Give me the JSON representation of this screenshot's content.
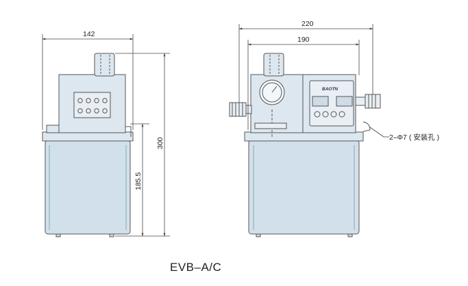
{
  "model_label": "EVB–A/C",
  "dimensions": {
    "side_width": "142",
    "total_height": "300",
    "tank_height": "185.5",
    "front_width_total": "220",
    "front_width_body": "190",
    "mount_holes": "2–Φ7 ( 安装孔 )"
  },
  "panel": {
    "brand": "BAOTN"
  },
  "colors": {
    "body_fill": "#dde7f0",
    "tank_fill": "#d2e0ec",
    "outline": "#555555",
    "dim_line": "#444444"
  }
}
